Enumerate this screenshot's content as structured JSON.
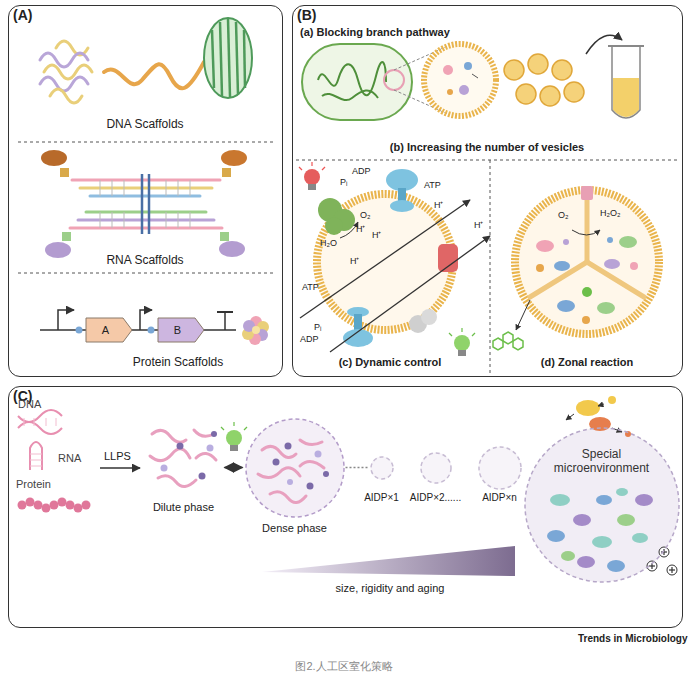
{
  "diagram": {
    "caption": "图2.人工区室化策略",
    "nodes": [
      {
        "text": [
          "(A)"
        ]
      },
      {
        "text": [
          "A"
        ],
        "in": 0
      },
      {
        "text": [
          "B"
        ],
        "in": 0
      },
      {
        "text": [
          "(B)"
        ]
      },
      {
        "text": [
          "(C)"
        ]
      },
      {
        "text": [
          "Dilute phase"
        ],
        "in": 4
      },
      {
        "text": [
          "Dense phase"
        ],
        "in": 4
      },
      {
        "text": [
          "AIDP×1"
        ],
        "in": 4
      },
      {
        "text": [
          "AIDP×2......"
        ],
        "in": 4
      },
      {
        "text": [
          "AIDP×n"
        ],
        "in": 4
      },
      {
        "text": [
          "Special microenvironment"
        ],
        "in": 4
      }
    ],
    "edges": [
      {
        "from": 5,
        "to": 6,
        "arrow": "both"
      },
      {
        "from": 6,
        "to": 7,
        "arrow": "none"
      }
    ],
    "labels": [
      "DNA Scaffolds",
      "RNA Scaffolds",
      "Protein Scaffolds",
      "(a) Blocking branch pathway",
      "(b) Increasing the number of vesicles",
      "ADP",
      "Pᵢ",
      "ATP",
      "H⁺",
      "O₂",
      "H⁺",
      "H⁺",
      "H₂O",
      "H⁺",
      "H⁺",
      "ATP",
      "Pᵢ",
      "ADP",
      "(c) Dynamic control",
      "O₂",
      "H₂O₂",
      "(d) Zonal reaction",
      "DNA",
      "RNA",
      "Protein",
      "LLPS",
      "size, rigidity and aging",
      "Trends in Microbiology"
    ]
  }
}
